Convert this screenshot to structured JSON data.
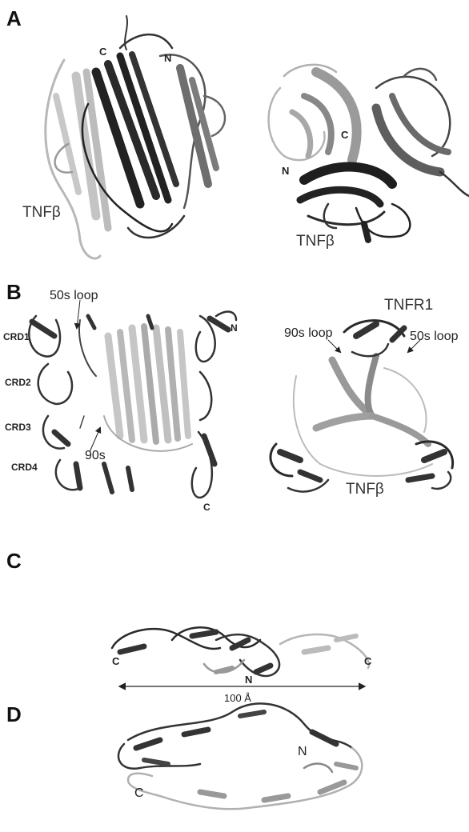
{
  "panels": {
    "a": {
      "letter": "A",
      "labels": {
        "c_left": "C",
        "n_left": "N",
        "tnf_left": "TNFβ",
        "c_right": "C",
        "n_right": "N",
        "tnf_right": "TNFβ"
      }
    },
    "b": {
      "letter": "B",
      "labels": {
        "loop50_left": "50s loop",
        "n_top": "N",
        "crd1": "CRD1",
        "crd2": "CRD2",
        "crd3": "CRD3",
        "crd4": "CRD4",
        "loop90_left": "90s",
        "c_bottom": "C",
        "tnfr1": "TNFR1",
        "loop90_right": "90s loop",
        "loop50_right": "50s loop",
        "tnf_right": "TNFβ"
      }
    },
    "c": {
      "letter": "C",
      "labels": {
        "c_left": "C",
        "c_right": "C",
        "n_bottom": "N",
        "scale": "100 Å"
      }
    },
    "d": {
      "letter": "D",
      "labels": {
        "n_label": "N",
        "c_label": "C"
      }
    }
  },
  "colors": {
    "dark": "#2b2b2b",
    "mid": "#7a7a7a",
    "light": "#b8b8b8"
  }
}
